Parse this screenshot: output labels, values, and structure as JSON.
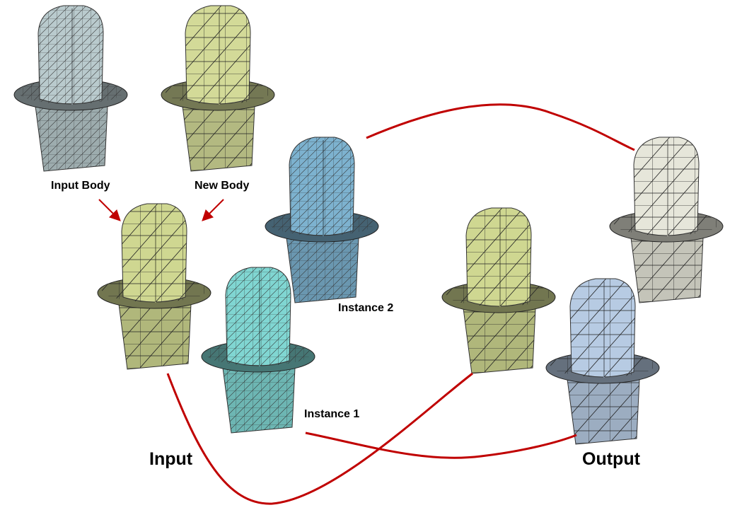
{
  "labels": {
    "input_body": "Input Body",
    "new_body": "New Body",
    "instance_2": "Instance 2",
    "instance_1": "Instance 1",
    "input": "Input",
    "output": "Output"
  },
  "parts": [
    {
      "id": "input-body",
      "color": "#b9cacd",
      "mesh": "dense"
    },
    {
      "id": "new-body",
      "color": "#d3da98",
      "mesh": "coarse"
    },
    {
      "id": "combined-body",
      "color": "#cfd791",
      "mesh": "coarse"
    },
    {
      "id": "instance-2",
      "color": "#7db2cf",
      "mesh": "dense"
    },
    {
      "id": "instance-1",
      "color": "#80d6d2",
      "mesh": "dense"
    },
    {
      "id": "output-yellow",
      "color": "#cfd791",
      "mesh": "coarse"
    },
    {
      "id": "output-white",
      "color": "#e6e6da",
      "mesh": "coarse"
    },
    {
      "id": "output-blue",
      "color": "#b7cbe3",
      "mesh": "coarse"
    }
  ],
  "colors": {
    "connector": "#c00000",
    "mesh_line": "#222222"
  }
}
